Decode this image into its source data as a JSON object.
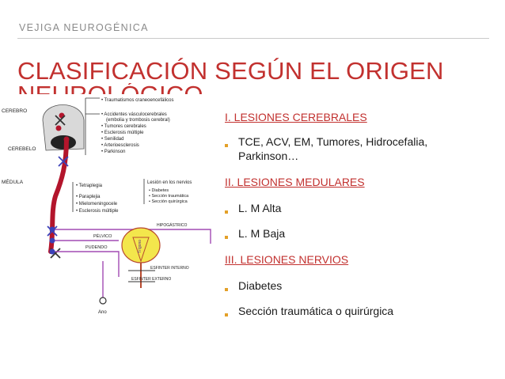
{
  "header": {
    "kicker": "VEJIGA NEUROGÉNICA",
    "title_line1": "CLASIFICACIÓN SEGÚN EL ORIGEN",
    "title_line2": "NEUROLÓGICO"
  },
  "diagram": {
    "labels": {
      "cerebro": "CEREBRO",
      "cerebelo": "CEREBELO",
      "medula": "MÉDULA",
      "pelvico": "PÉLVICO",
      "pudendo": "PUDENDO",
      "ano": "Ano",
      "hipogastrico": "HIPOGÁSTRICO",
      "trigono": "Trígono",
      "esfinter_interno": "ESFINTER INTERNO",
      "esfinter_externo": "ESFINTER EXTERNO",
      "lesion_nervios": "Lesión en los nervios"
    },
    "brain_list": [
      "• Traumatismos craneoencefálicos",
      "• Accidentes vásculocerebrales",
      "(embolia y trombosis cerebral)",
      "• Tumores cerebrales",
      "• Esclerosis múltiple",
      "• Senilidad",
      "• Arterioesclerosis",
      "• Parkinson"
    ],
    "spinal_list": [
      "• Tetraplegia",
      "• Paraplejia",
      "• Mielomeningocele",
      "• Esclerosis múltiple"
    ],
    "nerve_list": [
      "• Diabetes",
      "• Sección traumática",
      "• Sección quirúrgica"
    ]
  },
  "sections": [
    {
      "heading": "I. LESIONES CEREBRALES",
      "items": [
        "TCE, ACV, EM, Tumores, Hidrocefalia, Parkinson…"
      ]
    },
    {
      "heading": "II. LESIONES MEDULARES",
      "items": [
        "L. M Alta",
        "L. M Baja"
      ]
    },
    {
      "heading": "III. LESIONES NERVIOS",
      "items": [
        "Diabetes",
        "Sección traumática o quirúrgica"
      ]
    }
  ],
  "colors": {
    "accent": "#c2312f",
    "bullet": "#e3a028",
    "nerve": "#a24bb3",
    "spine": "#b3152c"
  }
}
